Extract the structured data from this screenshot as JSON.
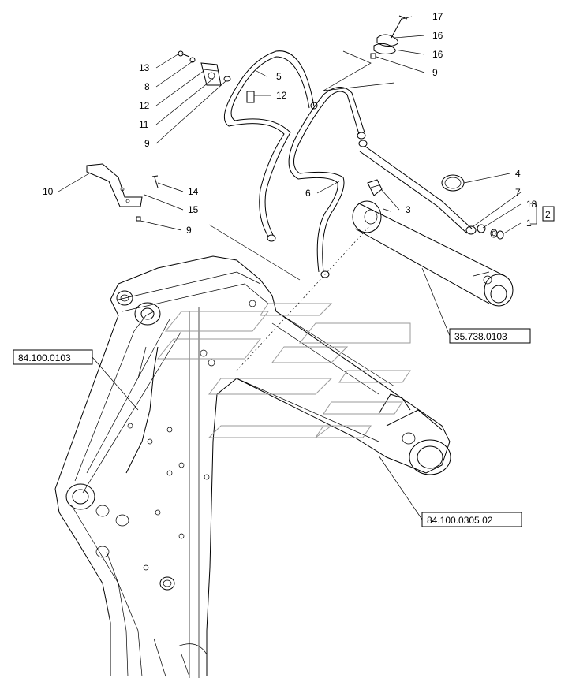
{
  "callouts": [
    {
      "id": "c17",
      "label": "17"
    },
    {
      "id": "c16a",
      "label": "16"
    },
    {
      "id": "c16b",
      "label": "16"
    },
    {
      "id": "c9a",
      "label": "9"
    },
    {
      "id": "c13",
      "label": "13"
    },
    {
      "id": "c8",
      "label": "8"
    },
    {
      "id": "c12a",
      "label": "12"
    },
    {
      "id": "c11",
      "label": "11"
    },
    {
      "id": "c9b",
      "label": "9"
    },
    {
      "id": "c5",
      "label": "5"
    },
    {
      "id": "c12b",
      "label": "12"
    },
    {
      "id": "c4",
      "label": "4"
    },
    {
      "id": "c6",
      "label": "6"
    },
    {
      "id": "c7",
      "label": "7"
    },
    {
      "id": "c3",
      "label": "3"
    },
    {
      "id": "c18",
      "label": "18"
    },
    {
      "id": "c2",
      "label": "2"
    },
    {
      "id": "c1",
      "label": "1"
    },
    {
      "id": "c10",
      "label": "10"
    },
    {
      "id": "c14",
      "label": "14"
    },
    {
      "id": "c15",
      "label": "15"
    },
    {
      "id": "c9c",
      "label": "9"
    }
  ],
  "references": [
    {
      "id": "r1",
      "label": "35.738.0103"
    },
    {
      "id": "r2",
      "label": "84.100.0103"
    },
    {
      "id": "r3",
      "label": "84.100.0305 02"
    }
  ]
}
